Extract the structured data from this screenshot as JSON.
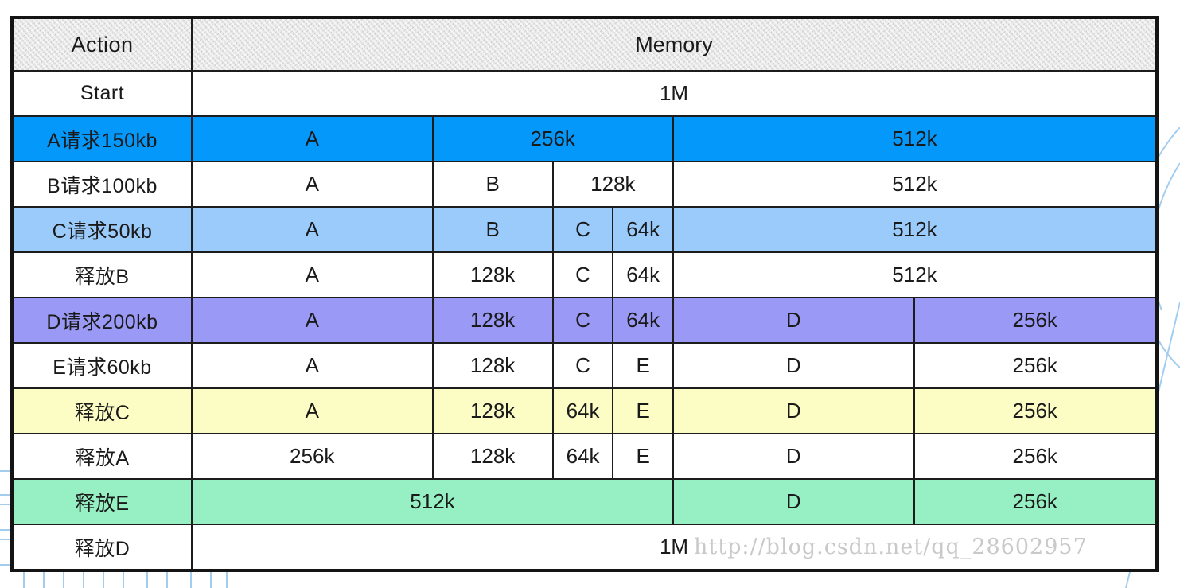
{
  "table": {
    "header": {
      "action_label": "Action",
      "memory_label": "Memory"
    },
    "total_memory": "1M",
    "rows": [
      {
        "action": "Start",
        "highlight": "none",
        "cells": [
          {
            "label": "1M",
            "frac": 1
          }
        ]
      },
      {
        "action": "A请求150kb",
        "highlight": "blue",
        "cells": [
          {
            "label": "A",
            "frac": 0.25
          },
          {
            "label": "256k",
            "frac": 0.25
          },
          {
            "label": "512k",
            "frac": 0.5
          }
        ]
      },
      {
        "action": "B请求100kb",
        "highlight": "none",
        "cells": [
          {
            "label": "A",
            "frac": 0.25
          },
          {
            "label": "B",
            "frac": 0.125
          },
          {
            "label": "128k",
            "frac": 0.125
          },
          {
            "label": "512k",
            "frac": 0.5
          }
        ]
      },
      {
        "action": "C请求50kb",
        "highlight": "lightblue",
        "cells": [
          {
            "label": "A",
            "frac": 0.25
          },
          {
            "label": "B",
            "frac": 0.125
          },
          {
            "label": "C",
            "frac": 0.0625
          },
          {
            "label": "64k",
            "frac": 0.0625
          },
          {
            "label": "512k",
            "frac": 0.5
          }
        ]
      },
      {
        "action": "释放B",
        "highlight": "none",
        "cells": [
          {
            "label": "A",
            "frac": 0.25
          },
          {
            "label": "128k",
            "frac": 0.125
          },
          {
            "label": "C",
            "frac": 0.0625
          },
          {
            "label": "64k",
            "frac": 0.0625
          },
          {
            "label": "512k",
            "frac": 0.5
          }
        ]
      },
      {
        "action": "D请求200kb",
        "highlight": "purple",
        "cells": [
          {
            "label": "A",
            "frac": 0.25
          },
          {
            "label": "128k",
            "frac": 0.125
          },
          {
            "label": "C",
            "frac": 0.0625
          },
          {
            "label": "64k",
            "frac": 0.0625
          },
          {
            "label": "D",
            "frac": 0.25
          },
          {
            "label": "256k",
            "frac": 0.25
          }
        ]
      },
      {
        "action": "E请求60kb",
        "highlight": "none",
        "cells": [
          {
            "label": "A",
            "frac": 0.25
          },
          {
            "label": "128k",
            "frac": 0.125
          },
          {
            "label": "C",
            "frac": 0.0625
          },
          {
            "label": "E",
            "frac": 0.0625
          },
          {
            "label": "D",
            "frac": 0.25
          },
          {
            "label": "256k",
            "frac": 0.25
          }
        ]
      },
      {
        "action": "释放C",
        "highlight": "yellow",
        "cells": [
          {
            "label": "A",
            "frac": 0.25
          },
          {
            "label": "128k",
            "frac": 0.125
          },
          {
            "label": "64k",
            "frac": 0.0625
          },
          {
            "label": "E",
            "frac": 0.0625
          },
          {
            "label": "D",
            "frac": 0.25
          },
          {
            "label": "256k",
            "frac": 0.25
          }
        ]
      },
      {
        "action": "释放A",
        "highlight": "none",
        "cells": [
          {
            "label": "256k",
            "frac": 0.25
          },
          {
            "label": "128k",
            "frac": 0.125
          },
          {
            "label": "64k",
            "frac": 0.0625
          },
          {
            "label": "E",
            "frac": 0.0625
          },
          {
            "label": "D",
            "frac": 0.25
          },
          {
            "label": "256k",
            "frac": 0.25
          }
        ]
      },
      {
        "action": "释放E",
        "highlight": "green",
        "cells": [
          {
            "label": "512k",
            "frac": 0.5
          },
          {
            "label": "D",
            "frac": 0.25
          },
          {
            "label": "256k",
            "frac": 0.25
          }
        ]
      },
      {
        "action": "释放D",
        "highlight": "none",
        "cells": [
          {
            "label": "1M",
            "frac": 1
          }
        ]
      }
    ]
  },
  "colors": {
    "blue": "#0598fb",
    "lightblue": "#9bcbfb",
    "purple": "#9a99f6",
    "yellow": "#fcfcc5",
    "green": "#97f0c4",
    "header_gray": "#ebebeb",
    "border_black": "#1c1c1c",
    "sketch_blue": "#a3cdef"
  },
  "watermark": {
    "text": "http://blog.csdn.net/qq_28602957"
  }
}
